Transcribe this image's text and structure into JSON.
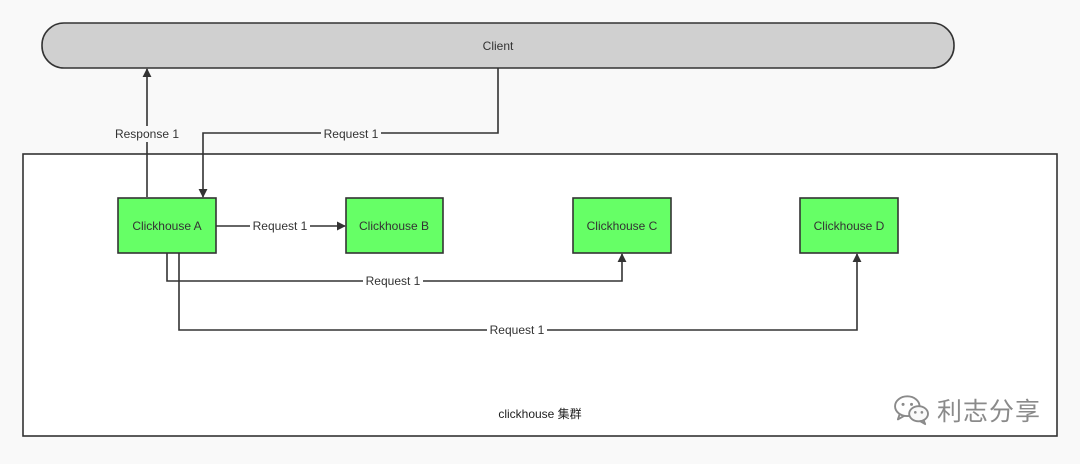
{
  "client": {
    "label": "Client"
  },
  "cluster": {
    "label": "clickhouse 集群"
  },
  "nodes": {
    "a": {
      "label": "Clickhouse A"
    },
    "b": {
      "label": "Clickhouse B"
    },
    "c": {
      "label": "Clickhouse C"
    },
    "d": {
      "label": "Clickhouse D"
    }
  },
  "edges": {
    "response_client": "Response 1",
    "request_client_to_a": "Request 1",
    "request_a_to_b": "Request 1",
    "request_a_to_c": "Request 1",
    "request_a_to_d": "Request 1"
  },
  "watermark": {
    "text": "利志分享",
    "icon": "wechat-icon"
  },
  "colors": {
    "background": "#f9f9f9",
    "client_fill": "#d0d0d0",
    "node_fill": "#66ff66",
    "stroke": "#333333"
  }
}
